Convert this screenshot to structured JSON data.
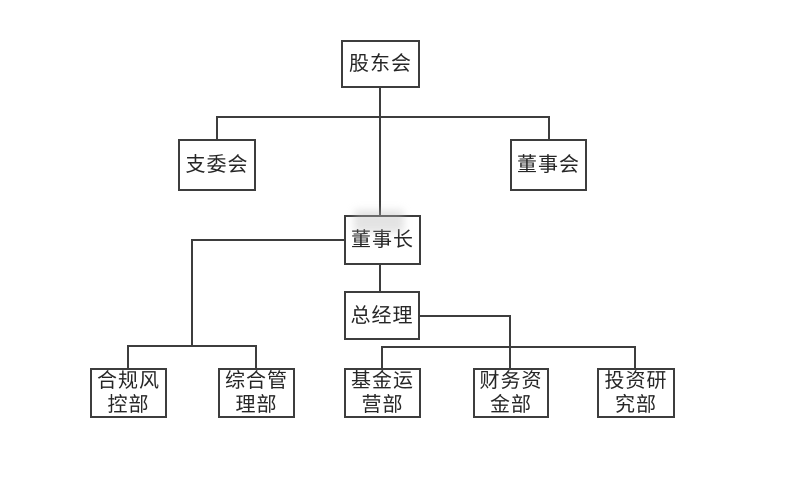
{
  "diagram": {
    "type": "org-chart",
    "colors": {
      "background": "#ffffff",
      "line": "#3d3d3d",
      "text": "#262626"
    },
    "nodes": [
      {
        "id": "shareholders-meeting",
        "label": "股东会"
      },
      {
        "id": "branch-committee",
        "label": "支委会"
      },
      {
        "id": "board-of-directors",
        "label": "董事会"
      },
      {
        "id": "chairman",
        "label": "董事长"
      },
      {
        "id": "general-manager",
        "label": "总经理"
      },
      {
        "id": "compliance-risk-dept",
        "label": "合规风\n控部"
      },
      {
        "id": "general-mgmt-dept",
        "label": "综合管\n理部"
      },
      {
        "id": "fund-operations-dept",
        "label": "基金运\n营部"
      },
      {
        "id": "finance-treasury-dept",
        "label": "财务资\n金部"
      },
      {
        "id": "investment-research-dept",
        "label": "投资研\n究部"
      }
    ],
    "edges": [
      {
        "from": "shareholders-meeting",
        "to": "branch-committee"
      },
      {
        "from": "shareholders-meeting",
        "to": "board-of-directors"
      },
      {
        "from": "shareholders-meeting",
        "to": "chairman"
      },
      {
        "from": "chairman",
        "to": "general-manager"
      },
      {
        "from": "chairman",
        "to": "compliance-risk-dept"
      },
      {
        "from": "chairman",
        "to": "general-mgmt-dept"
      },
      {
        "from": "general-manager",
        "to": "fund-operations-dept"
      },
      {
        "from": "general-manager",
        "to": "finance-treasury-dept"
      },
      {
        "from": "general-manager",
        "to": "investment-research-dept"
      }
    ]
  }
}
